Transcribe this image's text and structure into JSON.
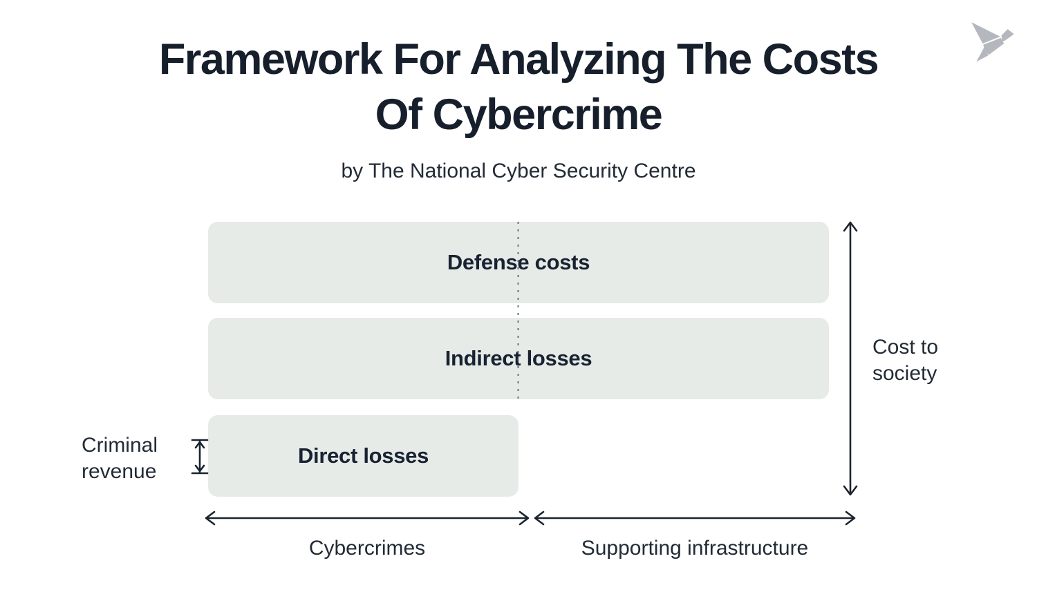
{
  "header": {
    "title_line1": "Framework For Analyzing The Costs",
    "title_line2": "Of Cybercrime",
    "subtitle": "by The National Cyber Security Centre"
  },
  "diagram": {
    "boxes": [
      {
        "label": "Defense costs"
      },
      {
        "label": "Indirect losses"
      },
      {
        "label": "Direct losses"
      }
    ],
    "side_labels": {
      "criminal_revenue": "Criminal revenue",
      "cost_to_society": "Cost to society"
    },
    "axis_labels": {
      "cybercrimes": "Cybercrimes",
      "supporting_infrastructure": "Supporting infrastructure"
    }
  },
  "icons": {
    "logo": "origami-bird-logo",
    "cost_to_society_arrow": "vertical-double-arrow",
    "criminal_revenue_arrow": "vertical-extent-double-arrow",
    "cybercrimes_arrow": "horizontal-double-arrow",
    "supporting_infrastructure_arrow": "horizontal-double-arrow",
    "divider": "vertical-dashed-line"
  },
  "colors": {
    "background": "#ffffff",
    "box_fill": "#e6ebe8",
    "ink": "#1a232e",
    "title_text": "#161f2b",
    "label_text": "#222b36",
    "dashed_line": "#68717b",
    "logo_gray": "#b4b8be"
  }
}
